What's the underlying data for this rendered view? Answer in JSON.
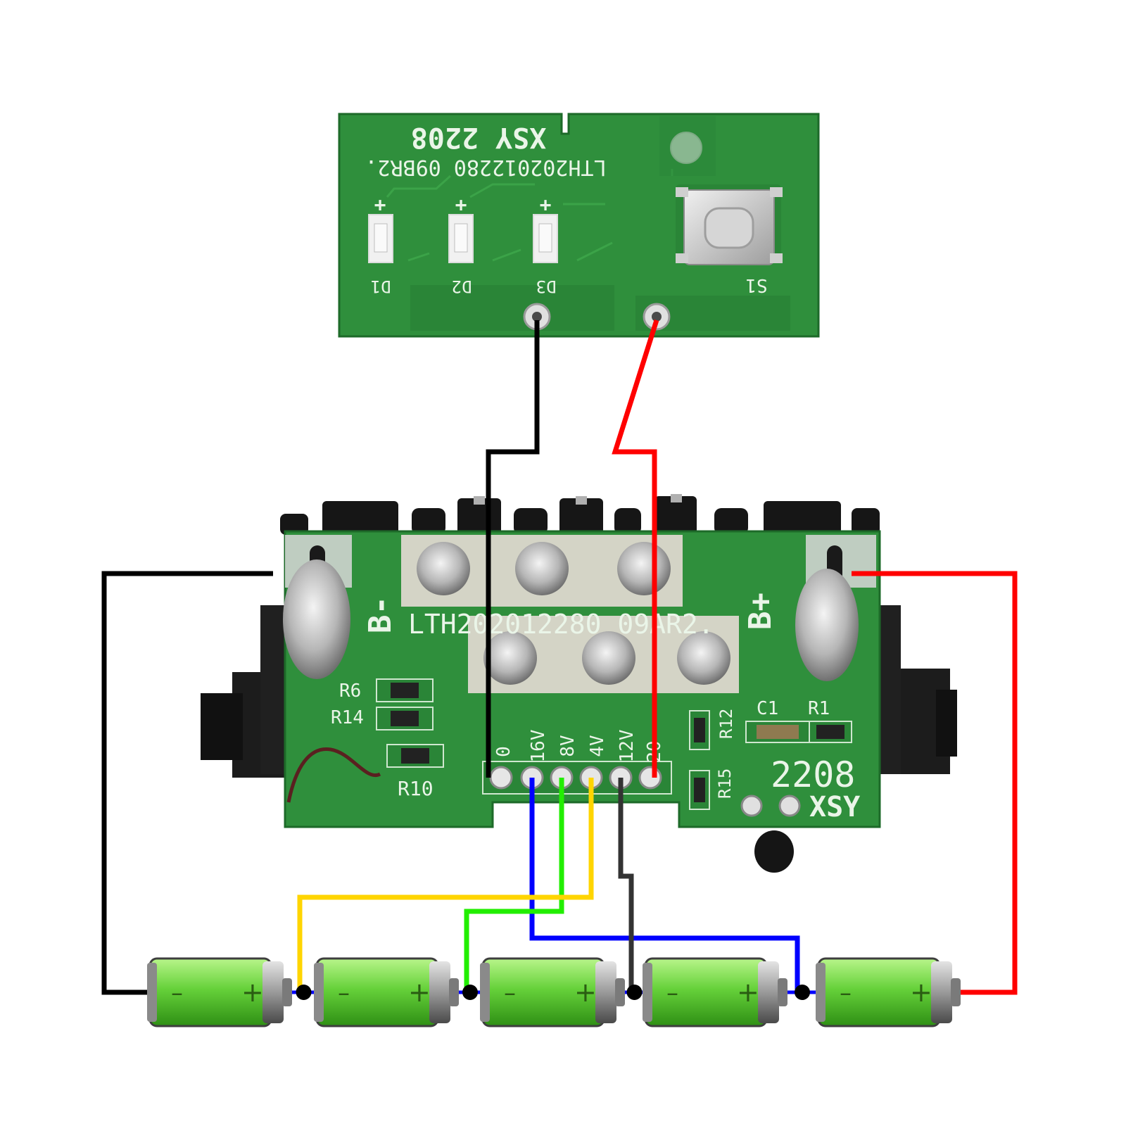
{
  "colors": {
    "pcb_green": "#2f8f3c",
    "pcb_dark": "#1f6e2b",
    "wire_black": "#000000",
    "wire_red": "#ff0000",
    "wire_blue": "#0000ff",
    "wire_green": "#22ee00",
    "wire_yellow": "#ffd500",
    "wire_grey": "#333333",
    "cell_green": "#66d13a"
  },
  "top_board": {
    "line1": "XSY 2208",
    "line2": "LTH202012280 09BR2.",
    "leds": [
      {
        "label": "D1",
        "polarity": "+"
      },
      {
        "label": "D2",
        "polarity": "+"
      },
      {
        "label": "D3",
        "polarity": "+"
      }
    ],
    "switch_label": "S1"
  },
  "main_board": {
    "part_number": "LTH202012280 09AR2.",
    "b_minus": "B-",
    "b_plus": "B+",
    "resistors": [
      "R6",
      "R14",
      "R10"
    ],
    "right_parts": [
      "C1",
      "R1",
      "R12",
      "R15"
    ],
    "date_code": "2208",
    "maker": "XSY",
    "tap_labels": [
      "0",
      "16V",
      "8V",
      "4V",
      "12V",
      "20"
    ]
  },
  "cells": [
    {
      "minus": "–",
      "plus": "+"
    },
    {
      "minus": "–",
      "plus": "+"
    },
    {
      "minus": "–",
      "plus": "+"
    },
    {
      "minus": "–",
      "plus": "+"
    },
    {
      "minus": "–",
      "plus": "+"
    }
  ]
}
